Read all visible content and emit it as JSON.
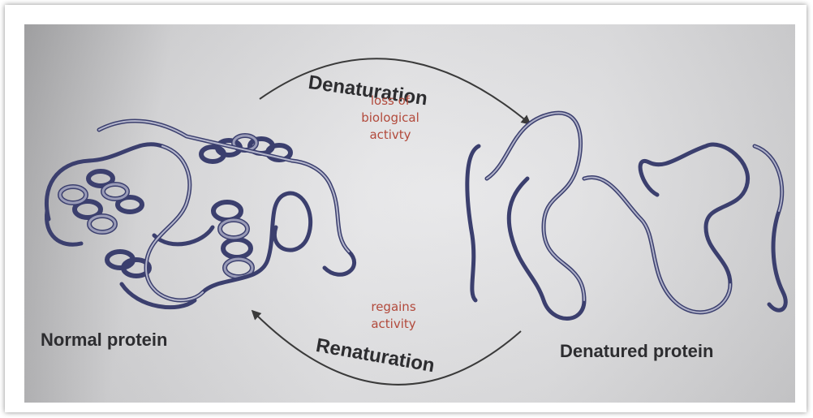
{
  "diagram": {
    "process_top": "Denaturation",
    "process_bottom": "Renaturation",
    "note_top": [
      "loss of",
      "biological",
      "activty"
    ],
    "note_bottom": [
      "regains",
      "activity"
    ],
    "left_caption": "Normal protein",
    "right_caption": "Denatured protein"
  },
  "colors": {
    "ribbon": "#3b3f6e",
    "ribbon_light": "#9a9cb8",
    "note_text": "#b24a3c",
    "caption_text": "#2d2d30",
    "arrow": "#3a3a3a"
  }
}
